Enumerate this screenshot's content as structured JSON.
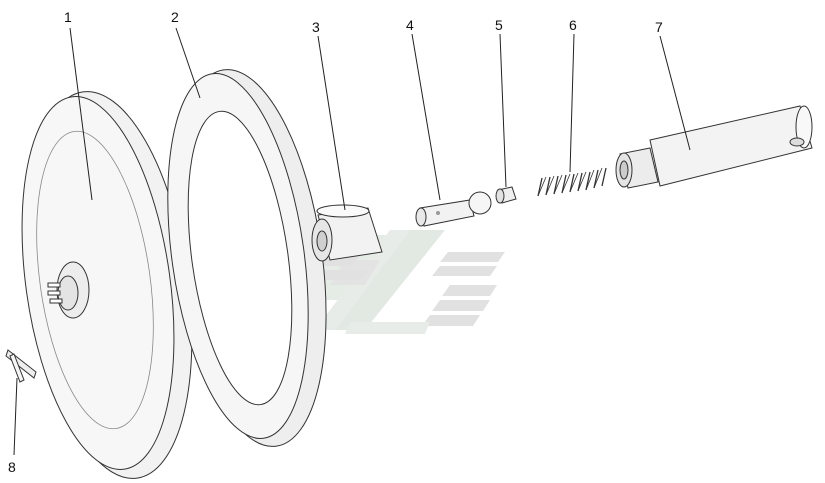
{
  "diagram": {
    "callouts": [
      {
        "label": "1"
      },
      {
        "label": "2"
      },
      {
        "label": "3"
      },
      {
        "label": "4"
      },
      {
        "label": "5"
      },
      {
        "label": "6"
      },
      {
        "label": "7"
      },
      {
        "label": "8"
      }
    ],
    "colors": {
      "background": "#ffffff",
      "part_fill": "#f4f4f4",
      "part_shade": "#e2e2e2",
      "outline": "#333333",
      "watermark_light": "#e8ece8",
      "watermark_gray": "#dcdcdc"
    }
  }
}
